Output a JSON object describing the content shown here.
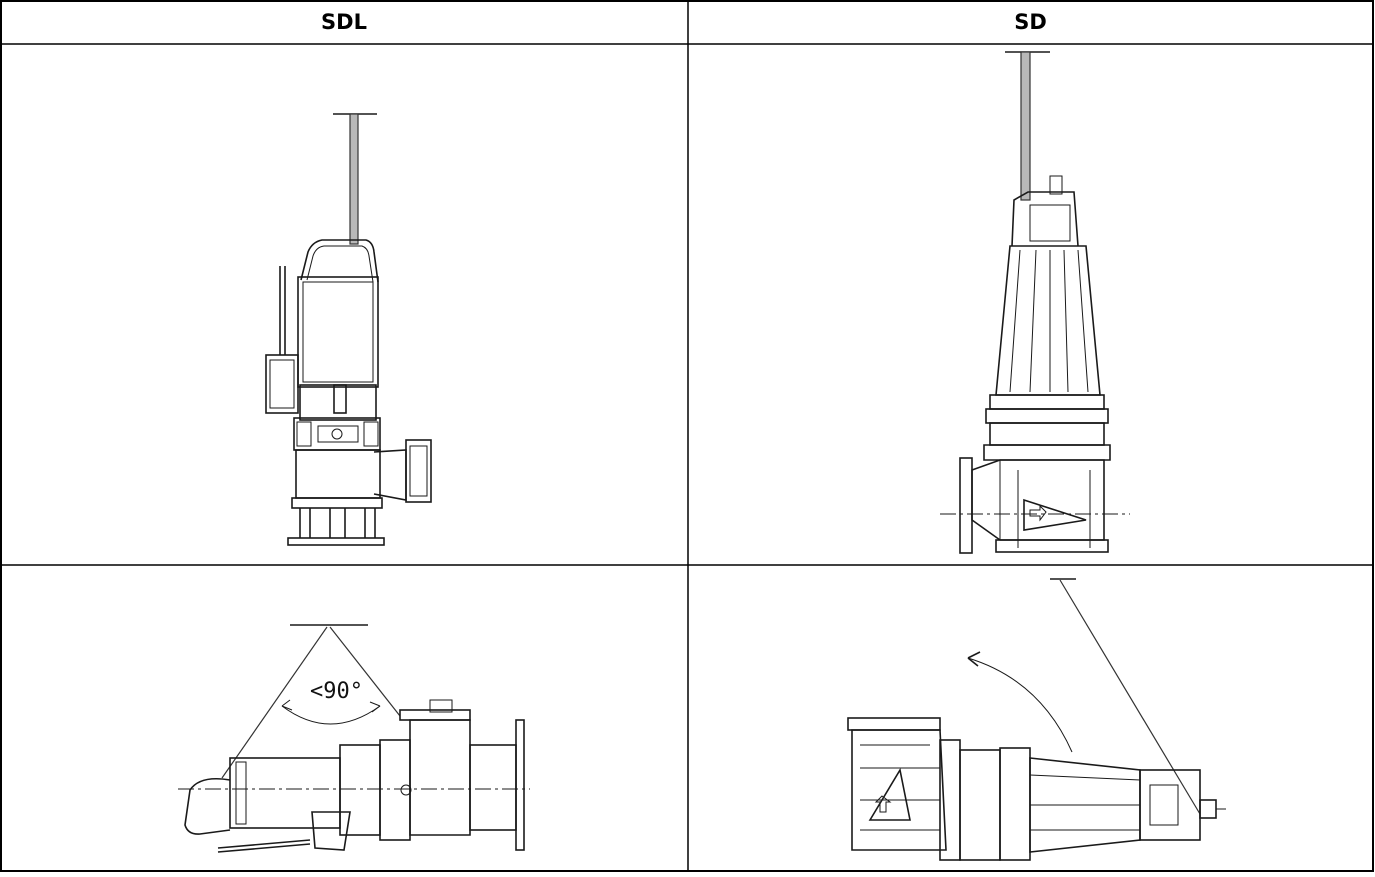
{
  "table": {
    "headers": {
      "left": "SDL",
      "right": "SD"
    }
  },
  "figures": {
    "angle_label": "<90°"
  }
}
